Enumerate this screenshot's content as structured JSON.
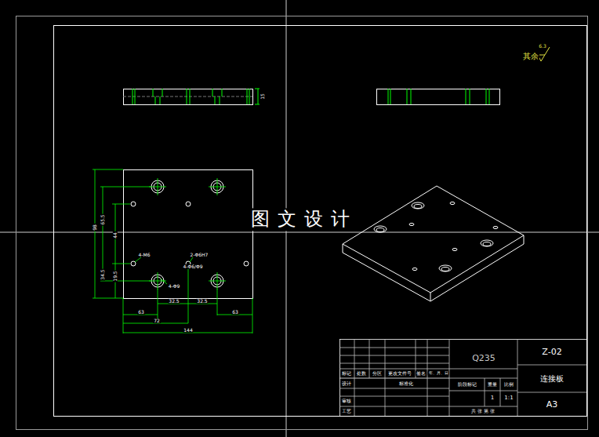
{
  "diagram": {
    "labels": [
      "其余",
      "6.3",
      "15",
      "98",
      "65.5",
      "44",
      "34.5",
      "19.5",
      "4-M6",
      "2-Φ6H7",
      "4-Φ6/Φ9",
      "4-Φ9",
      "32.5",
      "32.5",
      "63",
      "63",
      "72",
      "144",
      "图文设计",
      "Q235",
      "Z-02",
      "连接板",
      "A3",
      "标记",
      "处数",
      "分区",
      "更改文件号",
      "签名",
      "年、月、日",
      "设计",
      "标准化",
      "阶段标记",
      "重量",
      "比例",
      "1",
      "1:1",
      "审核",
      "工艺",
      "共 张 第 张"
    ]
  }
}
